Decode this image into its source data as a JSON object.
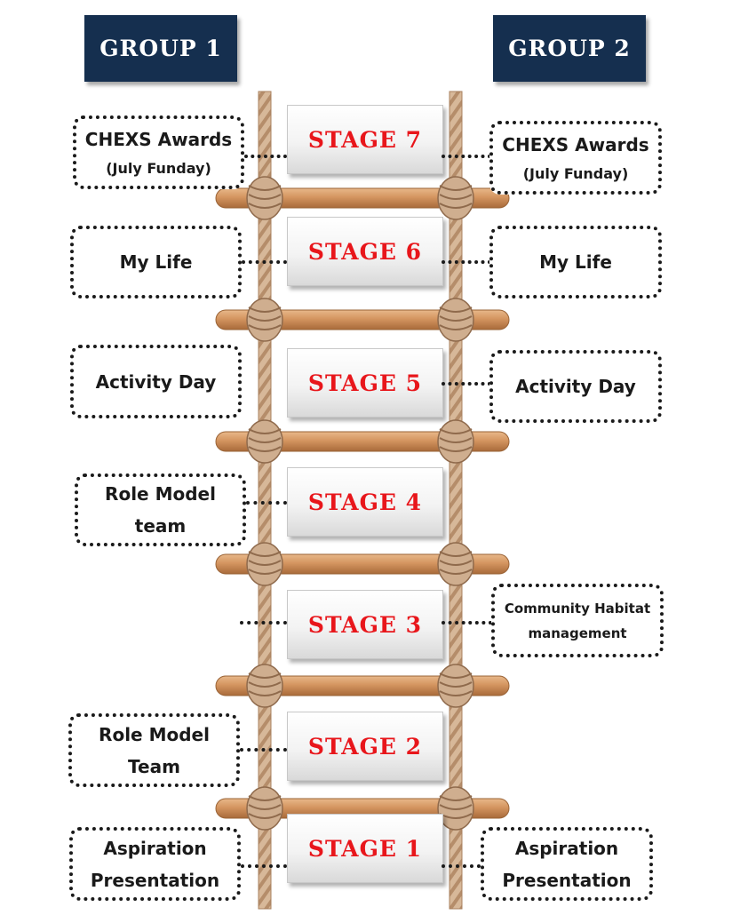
{
  "groups": {
    "group1": "GROUP 1",
    "group2": "GROUP 2"
  },
  "stages": [
    "STAGE 7",
    "STAGE 6",
    "STAGE 5",
    "STAGE 4",
    "STAGE 3",
    "STAGE 2",
    "STAGE 1"
  ],
  "group1_activities": {
    "s7": [
      "CHEXS Awards",
      "(July Funday)"
    ],
    "s6": [
      "My Life"
    ],
    "s5": [
      "Activity Day"
    ],
    "s4": [
      "Role Model",
      "team"
    ],
    "s2": [
      "Role Model",
      "Team"
    ],
    "s1": [
      "Aspiration",
      "Presentation"
    ]
  },
  "group2_activities": {
    "s7": [
      "CHEXS Awards",
      "(July Funday)"
    ],
    "s6": [
      "My Life"
    ],
    "s5": [
      "Activity Day"
    ],
    "s3": [
      "Community Habitat",
      "management"
    ],
    "s1": [
      "Aspiration",
      "Presentation"
    ]
  },
  "colors": {
    "header_bg": "#152f4f",
    "stage_text": "#e8161b",
    "rope": "#c9a88a",
    "rung": "#c98d5a"
  }
}
